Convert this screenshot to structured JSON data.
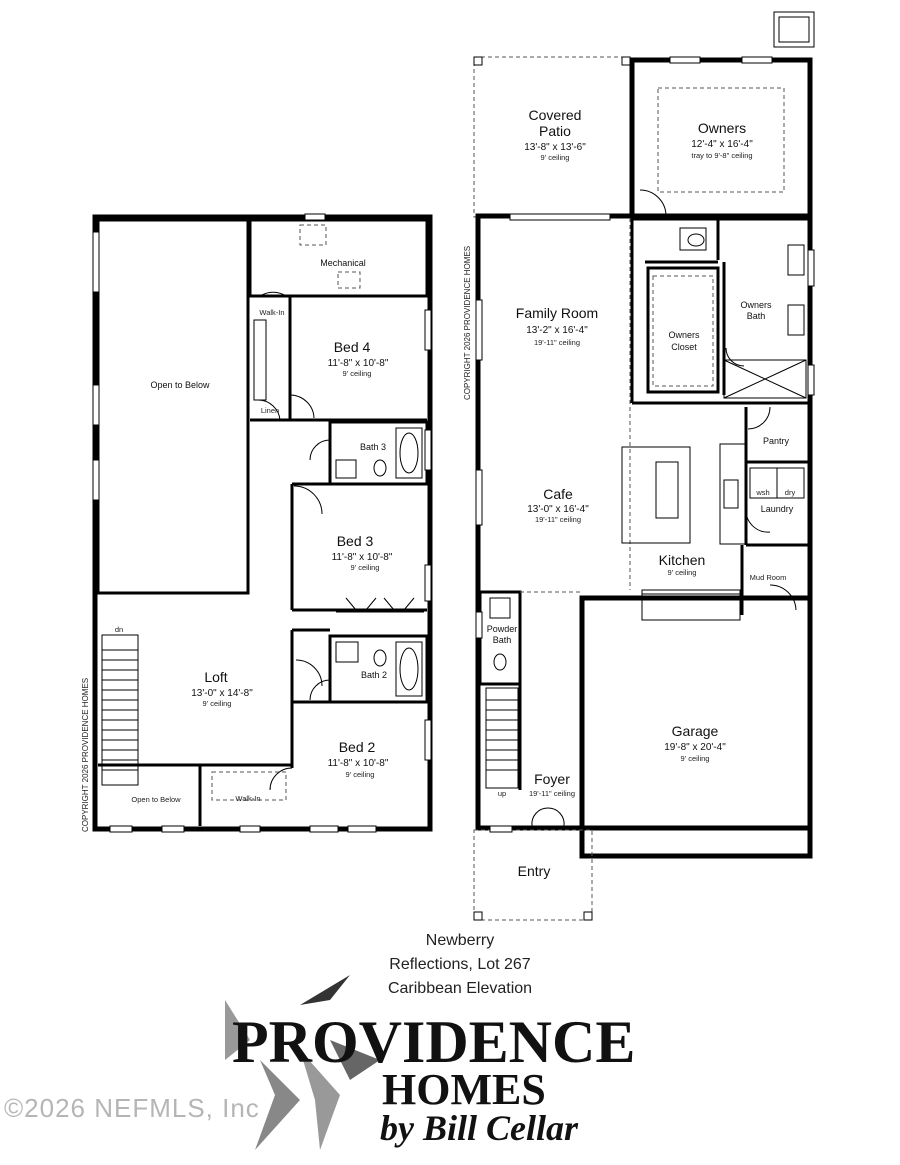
{
  "second_floor": {
    "rooms": {
      "mechanical": {
        "name": "Mechanical"
      },
      "walk_in_1": {
        "name": "Walk-In"
      },
      "bed4": {
        "name": "Bed 4",
        "size": "11'-8\" x 10'-8\"",
        "ceiling": "9' ceiling"
      },
      "linen": {
        "name": "Linen"
      },
      "open_to_below": {
        "name": "Open to Below"
      },
      "bath3": {
        "name": "Bath 3"
      },
      "bed3": {
        "name": "Bed 3",
        "size": "11'-8\" x 10'-8\"",
        "ceiling": "9' ceiling"
      },
      "bath2": {
        "name": "Bath 2"
      },
      "loft": {
        "name": "Loft",
        "size": "13'-0\" x 14'-8\"",
        "ceiling": "9' ceiling"
      },
      "bed2": {
        "name": "Bed 2",
        "size": "11'-8\" x 10'-8\"",
        "ceiling": "9' ceiling"
      },
      "open_to_below_small": {
        "name": "Open to Below"
      },
      "walk_in_2": {
        "name": "Walk-In"
      },
      "stair_label": {
        "name": "dn"
      }
    },
    "copyright": "COPYRIGHT 2026 PROVIDENCE HOMES"
  },
  "first_floor": {
    "rooms": {
      "covered_patio": {
        "name": "Covered",
        "name2": "Patio",
        "size": "13'-8\" x  13'-6\"",
        "ceiling": "9' ceiling"
      },
      "owners": {
        "name": "Owners",
        "size": "12'-4\" x 16'-4\"",
        "ceiling": "tray to 9'-8\" ceiling"
      },
      "family_room": {
        "name": "Family Room",
        "size": "13'-2\" x  16'-4\"",
        "ceiling": "19'-11\" ceiling"
      },
      "owners_bath": {
        "name": "Owners",
        "name2": "Bath"
      },
      "owners_closet": {
        "name": "Owners",
        "name2": "Closet"
      },
      "pantry": {
        "name": "Pantry"
      },
      "cafe": {
        "name": "Cafe",
        "size": "13'-0\" x 16'-4\"",
        "ceiling": "19'-11\" ceiling"
      },
      "laundry": {
        "name": "Laundry",
        "wsh": "wsh",
        "dry": "dry"
      },
      "kitchen": {
        "name": "Kitchen",
        "ceiling": "9' ceiling"
      },
      "mud_room": {
        "name": "Mud Room"
      },
      "powder_bath": {
        "name": "Powder",
        "name2": "Bath"
      },
      "garage": {
        "name": "Garage",
        "size": "19'-8\" x 20'-4\"",
        "ceiling": "9' ceiling"
      },
      "foyer": {
        "name": "Foyer",
        "ceiling": "19'-11\" ceiling"
      },
      "entry": {
        "name": "Entry"
      },
      "stair_label": {
        "name": "up"
      }
    },
    "copyright": "COPYRIGHT 2026 PROVIDENCE HOMES"
  },
  "info": {
    "model": "Newberry",
    "community_lot": "Reflections, Lot 267",
    "elevation": "Caribbean Elevation"
  },
  "logo": {
    "line1": "PROVIDENCE",
    "line2": "HOMES",
    "line3": "by Bill Cellar"
  },
  "watermark": "©2026 NEFMLS, Inc"
}
